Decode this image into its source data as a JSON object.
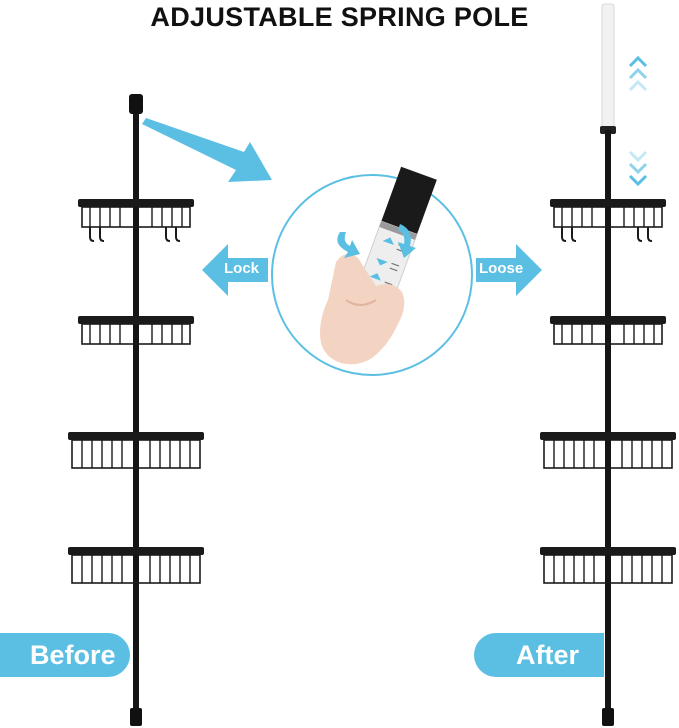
{
  "title": "ADJUSTABLE SPRING POLE",
  "labels": {
    "before": "Before",
    "after": "After",
    "lock": "Lock",
    "loose": "Loose"
  },
  "colors": {
    "accent": "#5bbfe3",
    "pole": "#151515",
    "extension": "#f2f2f2"
  },
  "icons": [
    "up-chevrons-icon",
    "down-chevrons-icon",
    "rotate-arrows-icon",
    "arrow-left-icon",
    "arrow-right-icon"
  ]
}
